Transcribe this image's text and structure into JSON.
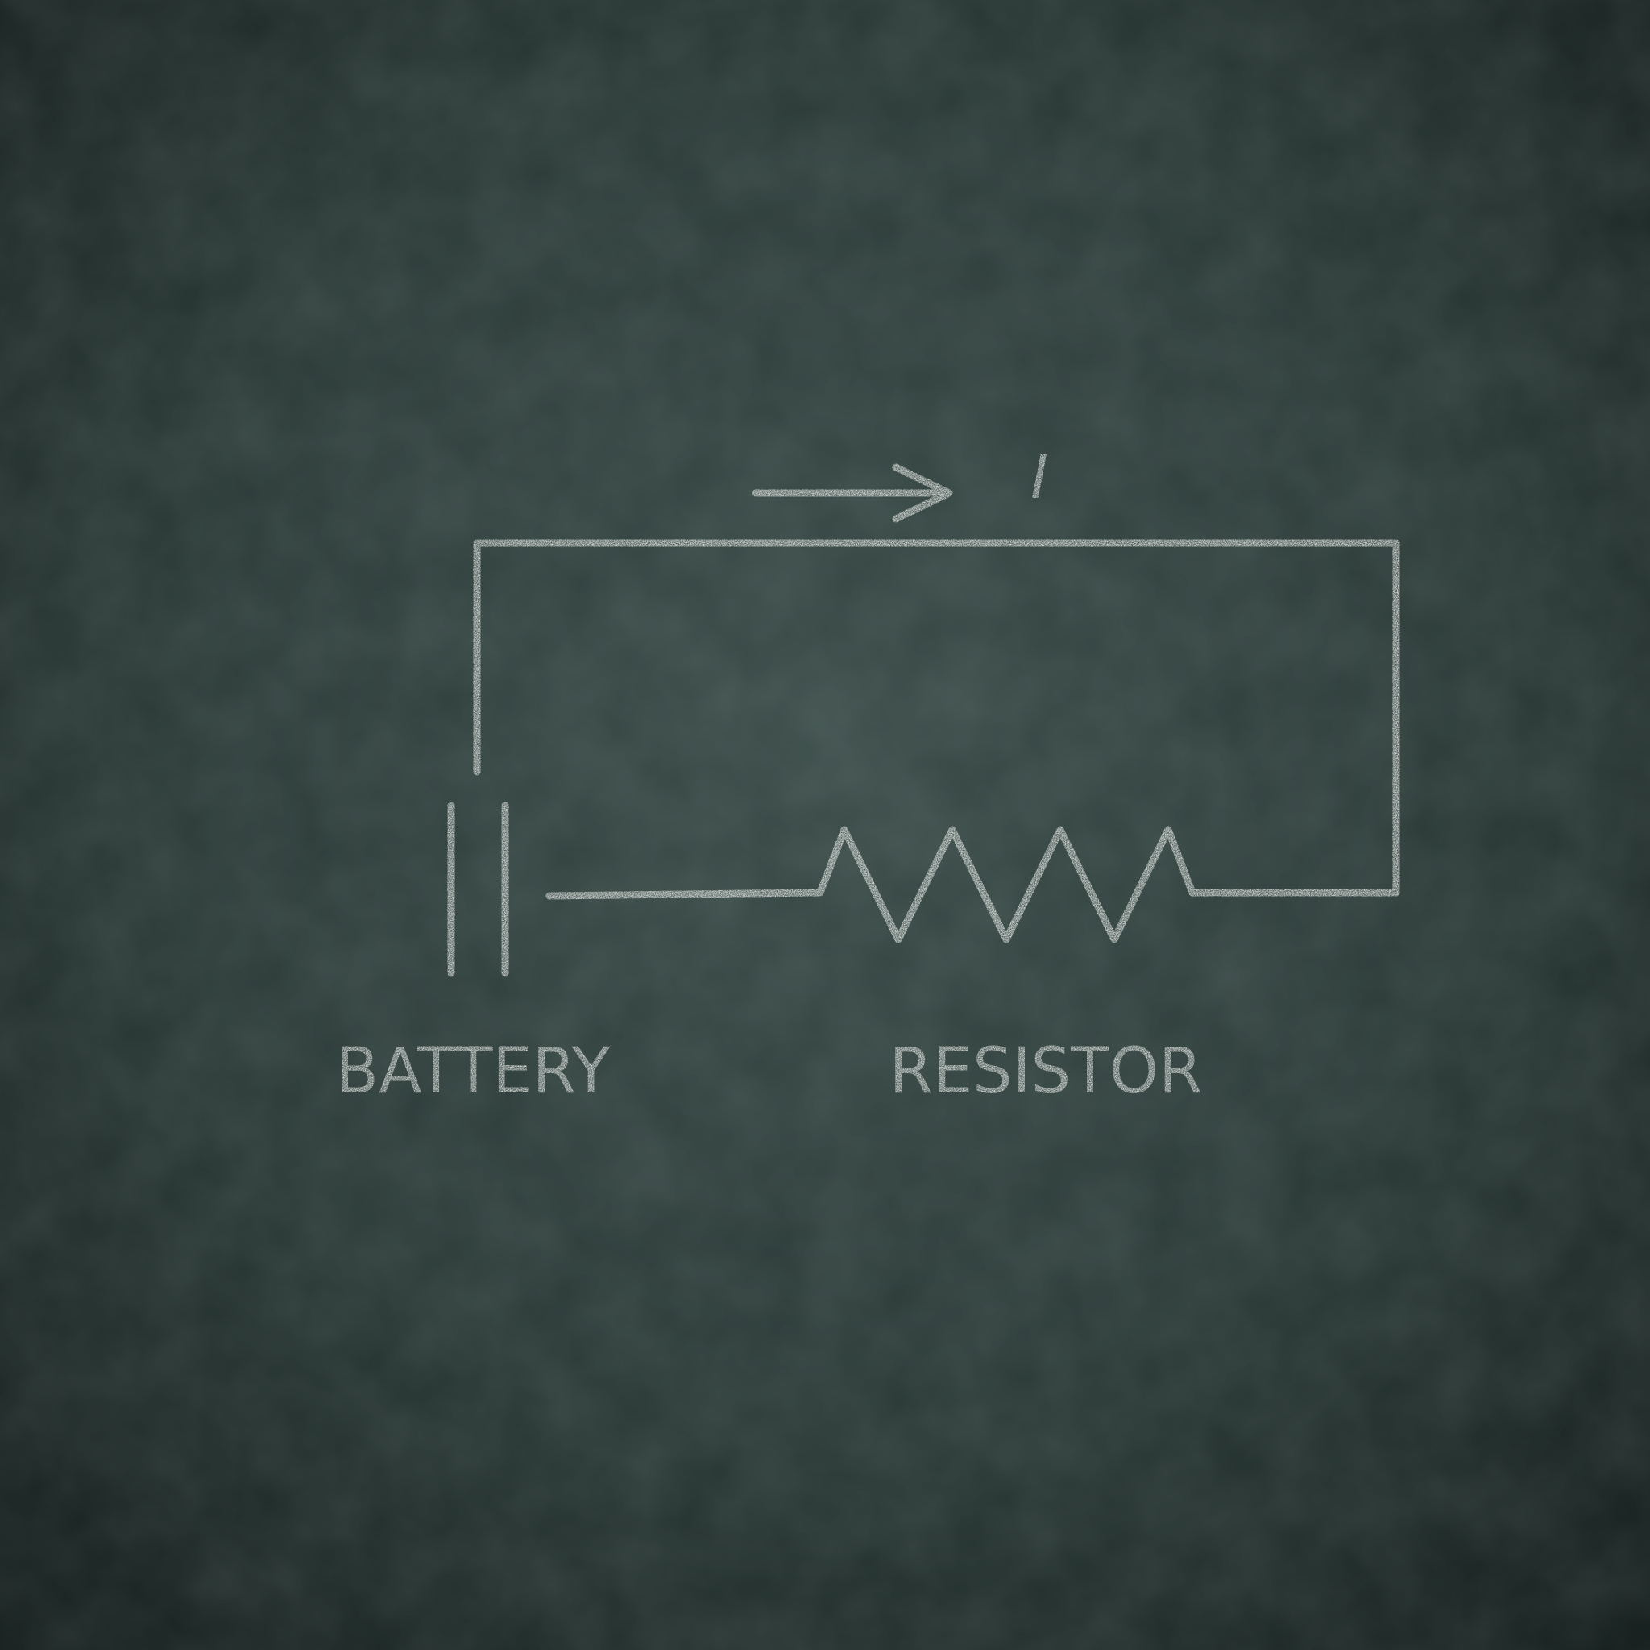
{
  "board": {
    "background_color": "#243230",
    "chalk_color": "#f4f6f2"
  },
  "diagram": {
    "current_symbol": "I",
    "battery_label": "BATTERY",
    "resistor_label": "RESISTOR"
  }
}
